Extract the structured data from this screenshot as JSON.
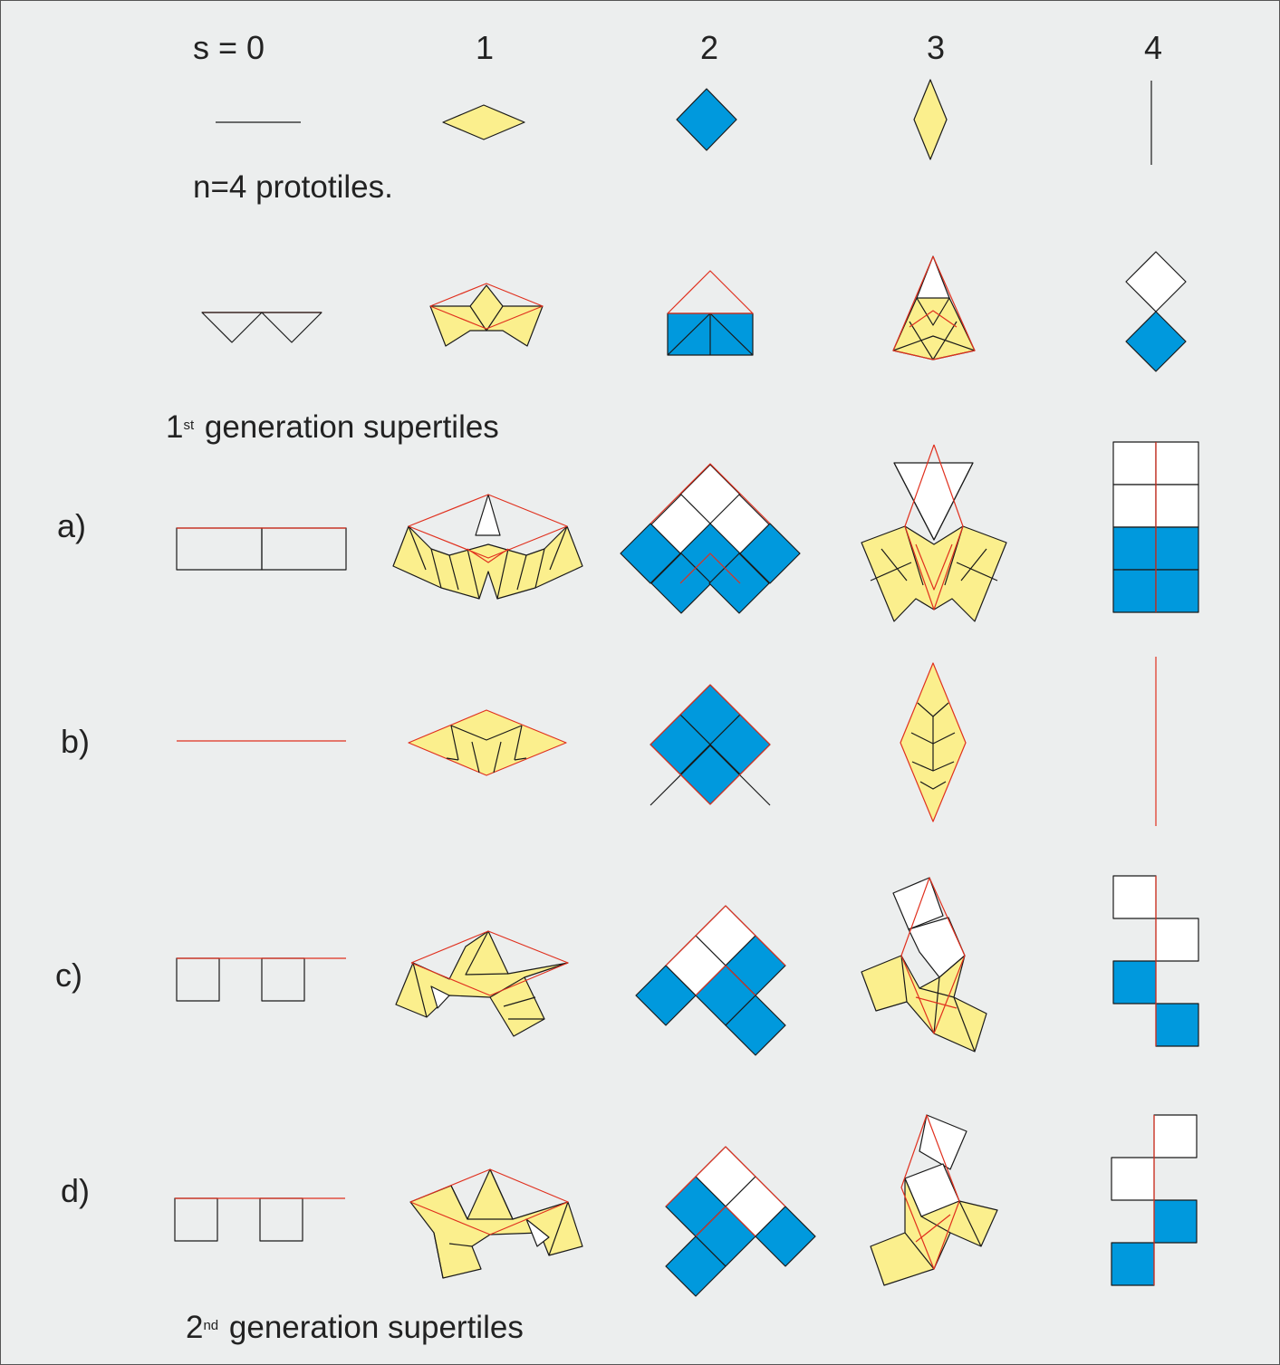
{
  "column_labels": [
    "s = 0",
    "1",
    "2",
    "3",
    "4"
  ],
  "row_labels": [
    "a)",
    "b)",
    "c)",
    "d)"
  ],
  "captions": {
    "prototiles": "n=4 prototiles.",
    "first_gen": {
      "number": "1",
      "sup": "st",
      "text": "generation supertiles"
    },
    "second_gen": {
      "number": "2",
      "sup": "nd",
      "text": "generation supertiles"
    }
  },
  "colors": {
    "background": "#eceeee",
    "yellow_tile": "#fbef8d",
    "blue_tile": "#0099dd",
    "white_tile": "#ffffff",
    "tile_edge": "#1a1a1a",
    "supertile_edge": "#e0301e"
  }
}
